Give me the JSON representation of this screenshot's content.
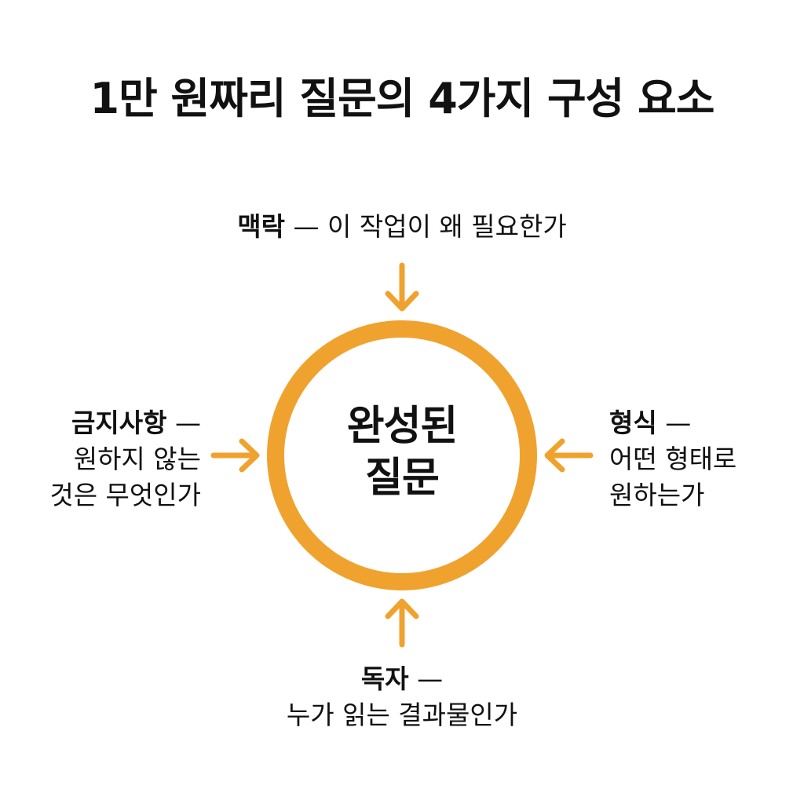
{
  "title": "1만 원짜리 질문의 4가지 구성 요소",
  "center": {
    "line1": "완성된",
    "line2": "질문"
  },
  "components": {
    "top": {
      "head": "맥락",
      "rest": " — 이 작업이 왜 필요한가"
    },
    "left": {
      "head": "금지사항",
      "dash": " —",
      "line2": "원하지 않는",
      "line3": "것은 무엇인가"
    },
    "right": {
      "head": "형식",
      "dash": " —",
      "line2": "어떤 형태로",
      "line3": "원하는가"
    },
    "bottom": {
      "head": "독자",
      "dash": " —",
      "line2": "누가 읽는 결과물인가"
    }
  },
  "colors": {
    "accent": "#F0A22E",
    "text": "#111111",
    "background": "#FFFFFF"
  }
}
